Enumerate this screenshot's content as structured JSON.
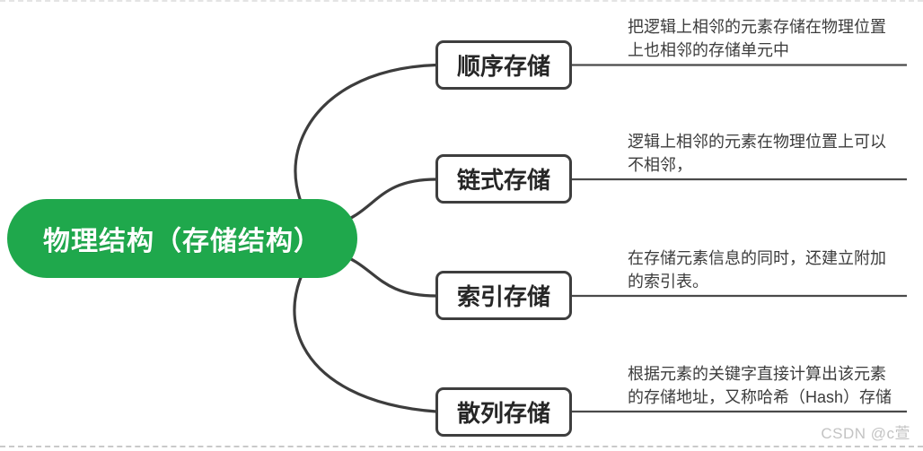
{
  "root": {
    "label": "物理结构（存储结构）"
  },
  "branches": [
    {
      "label": "顺序存储",
      "lines": [
        "把逻辑上相邻的元素存储在物理位置",
        "上也相邻的存储单元中"
      ]
    },
    {
      "label": "链式存储",
      "lines": [
        "逻辑上相邻的元素在物理位置上可以",
        "不相邻，"
      ]
    },
    {
      "label": "索引存储",
      "lines": [
        "在存储元素信息的同时，还建立附加",
        "的索引表。"
      ]
    },
    {
      "label": "散列存储",
      "lines": [
        "根据元素的关键字直接计算出该元素",
        "的存储地址，又称哈希（Hash）存储"
      ]
    }
  ],
  "watermark": "CSDN @c萱",
  "colors": {
    "root_fill": "#1fa84c",
    "root_text": "#ffffff",
    "branch_border": "#3e3e3e",
    "branch_text": "#262626",
    "connector": "#3d3d3d",
    "underline": "#4a4a4a",
    "description_text": "#3c3c3c",
    "watermark_text": "#c3c3c3",
    "background": "#ffffff"
  }
}
